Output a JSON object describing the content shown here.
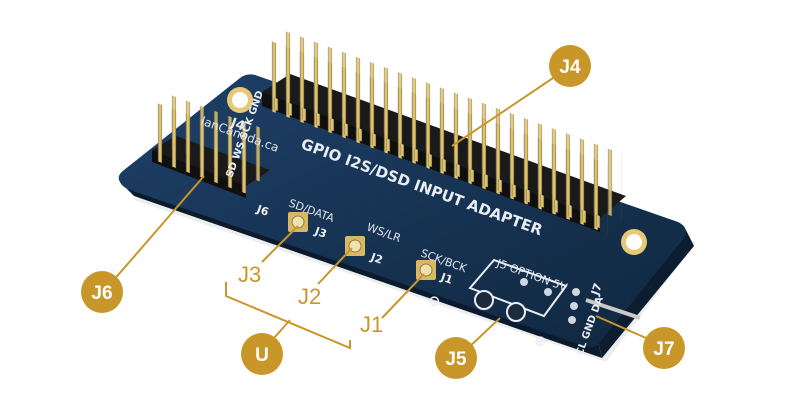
{
  "board": {
    "title": "GPIO I2S/DSD INPUT ADAPTER",
    "brand": "IanCanada.ca",
    "j4_mark": "J4",
    "j6_mark": "J6",
    "j6_pins": "SD  WS  SCK  GND",
    "sd_data": "SD/DATA",
    "ws_lr": "WS/LR",
    "sck_bck": "SCK/BCK",
    "j3_mark": "J3",
    "j2_mark": "J2",
    "j1_mark": "J1",
    "j5_option": "J5 OPTION 5V",
    "j7_mark": "J7",
    "j7_pins": "CL GND DA",
    "minus": "⊖",
    "plus": "⊕"
  },
  "callouts": [
    {
      "id": "j4",
      "text": "J4"
    },
    {
      "id": "j6",
      "text": "J6"
    },
    {
      "id": "u",
      "text": "U"
    },
    {
      "id": "j5",
      "text": "J5"
    },
    {
      "id": "j7",
      "text": "J7"
    }
  ],
  "plain_labels": [
    {
      "id": "j3",
      "text": "J3"
    },
    {
      "id": "j2",
      "text": "J2"
    },
    {
      "id": "j1",
      "text": "J1"
    }
  ],
  "colors": {
    "board": "#16304f",
    "board_edge": "#0e2036",
    "gold": "#c9962a",
    "pin": "#d8b45a",
    "header": "#1b1b1b"
  }
}
